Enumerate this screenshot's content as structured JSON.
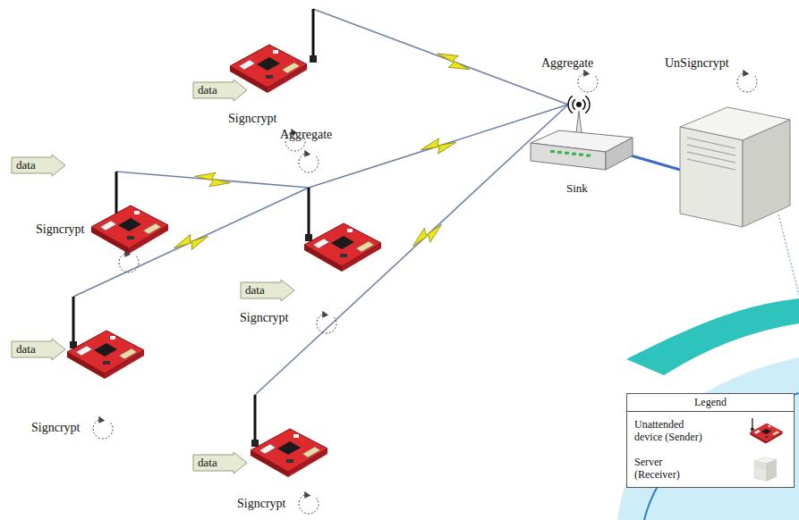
{
  "diagram": {
    "nodes": [
      {
        "text": [
          "data"
        ]
      },
      {
        "text": [
          "Signcrypt"
        ]
      },
      {
        "text": [
          "data"
        ]
      },
      {
        "text": [
          "Signcrypt"
        ]
      },
      {
        "text": [
          "data"
        ]
      },
      {
        "text": [
          "Signcrypt"
        ]
      },
      {
        "text": [
          "data"
        ]
      },
      {
        "text": [
          "Aggregate",
          "Signcrypt"
        ]
      },
      {
        "text": [
          "data"
        ]
      },
      {
        "text": [
          "Signcrypt"
        ]
      },
      {
        "text": [
          "Aggregate",
          "Sink"
        ]
      },
      {
        "text": [
          "UnSigncrypt"
        ]
      }
    ],
    "edges": [
      {
        "from": 1,
        "to": 10,
        "arrow": "none"
      },
      {
        "from": 3,
        "to": 7,
        "arrow": "none"
      },
      {
        "from": 5,
        "to": 7,
        "arrow": "none"
      },
      {
        "from": 7,
        "to": 10,
        "arrow": "none"
      },
      {
        "from": 9,
        "to": 10,
        "arrow": "none"
      },
      {
        "from": 10,
        "to": 11,
        "arrow": "none"
      }
    ],
    "labels": [
      "Legend"
    ],
    "legend": [
      {
        "text": "Unattended device (Sender)"
      },
      {
        "text": "Server (Receiver)"
      }
    ]
  }
}
